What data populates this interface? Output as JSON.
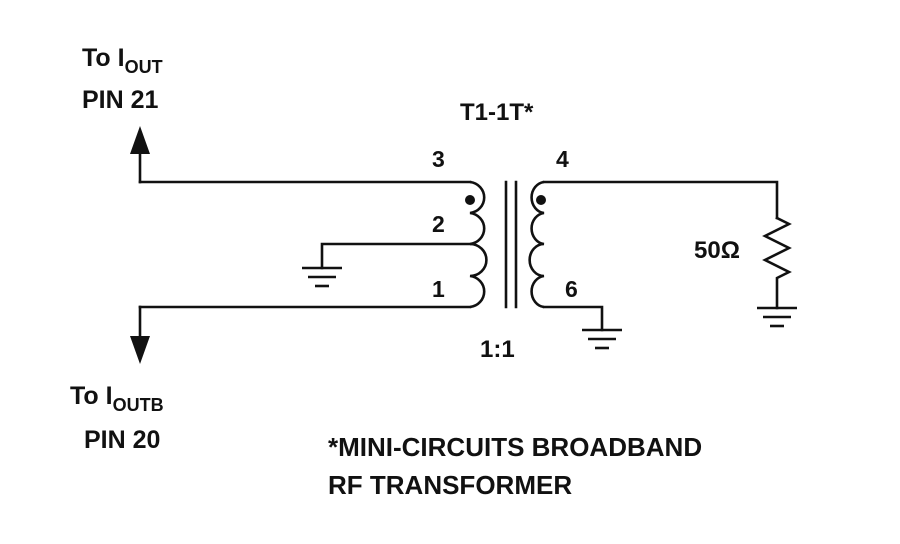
{
  "transformer": {
    "part_label": "T1-1T*",
    "ratio_label": "1:1",
    "pins": {
      "p1": "1",
      "p2": "2",
      "p3": "3",
      "p4": "4",
      "p6": "6"
    }
  },
  "outputs": {
    "iout": {
      "prefix": "To I",
      "subscript": "OUT",
      "pin": "PIN 21"
    },
    "ioutb": {
      "prefix": "To I",
      "subscript": "OUTB",
      "pin": "PIN 20"
    }
  },
  "load": {
    "resistor_label": "50Ω"
  },
  "footnote": {
    "line1": "*MINI-CIRCUITS BROADBAND",
    "line2": "RF TRANSFORMER"
  },
  "icons": [
    "up-arrow-icon",
    "down-arrow-icon",
    "ground-icon",
    "resistor-icon",
    "polarity-dot-icon"
  ]
}
